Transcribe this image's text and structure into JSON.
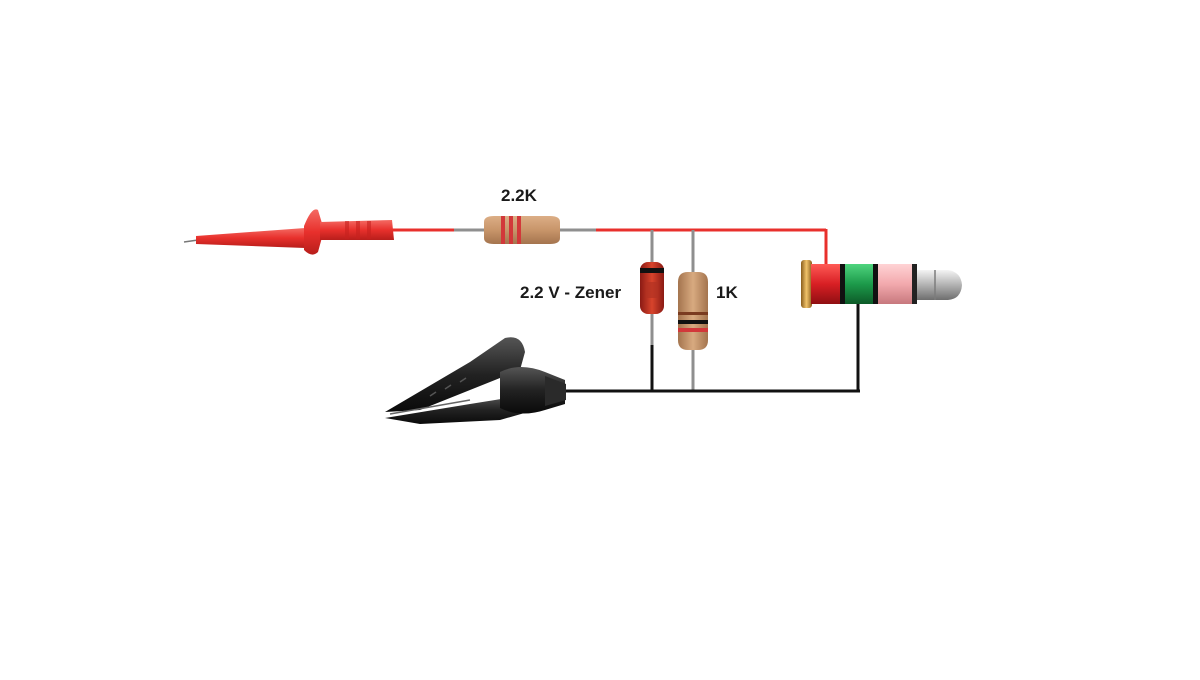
{
  "labels": {
    "r1_value": "2.2K",
    "zener_value": "2.2 V - Zener",
    "r2_value": "1K"
  },
  "colors": {
    "positive_wire": "#e8302c",
    "ground_wire": "#111111",
    "resistor_body": "#c8956a",
    "probe_red": "#e53b36",
    "clip_black": "#1c1c1c",
    "jack_tip": "#d81f24",
    "jack_ring": "#1c9a4a",
    "jack_sleeve": "#f2a9ad"
  },
  "icons": [
    "test-probe-icon",
    "alligator-clip-icon",
    "resistor-icon",
    "zener-diode-icon",
    "audio-jack-icon"
  ]
}
